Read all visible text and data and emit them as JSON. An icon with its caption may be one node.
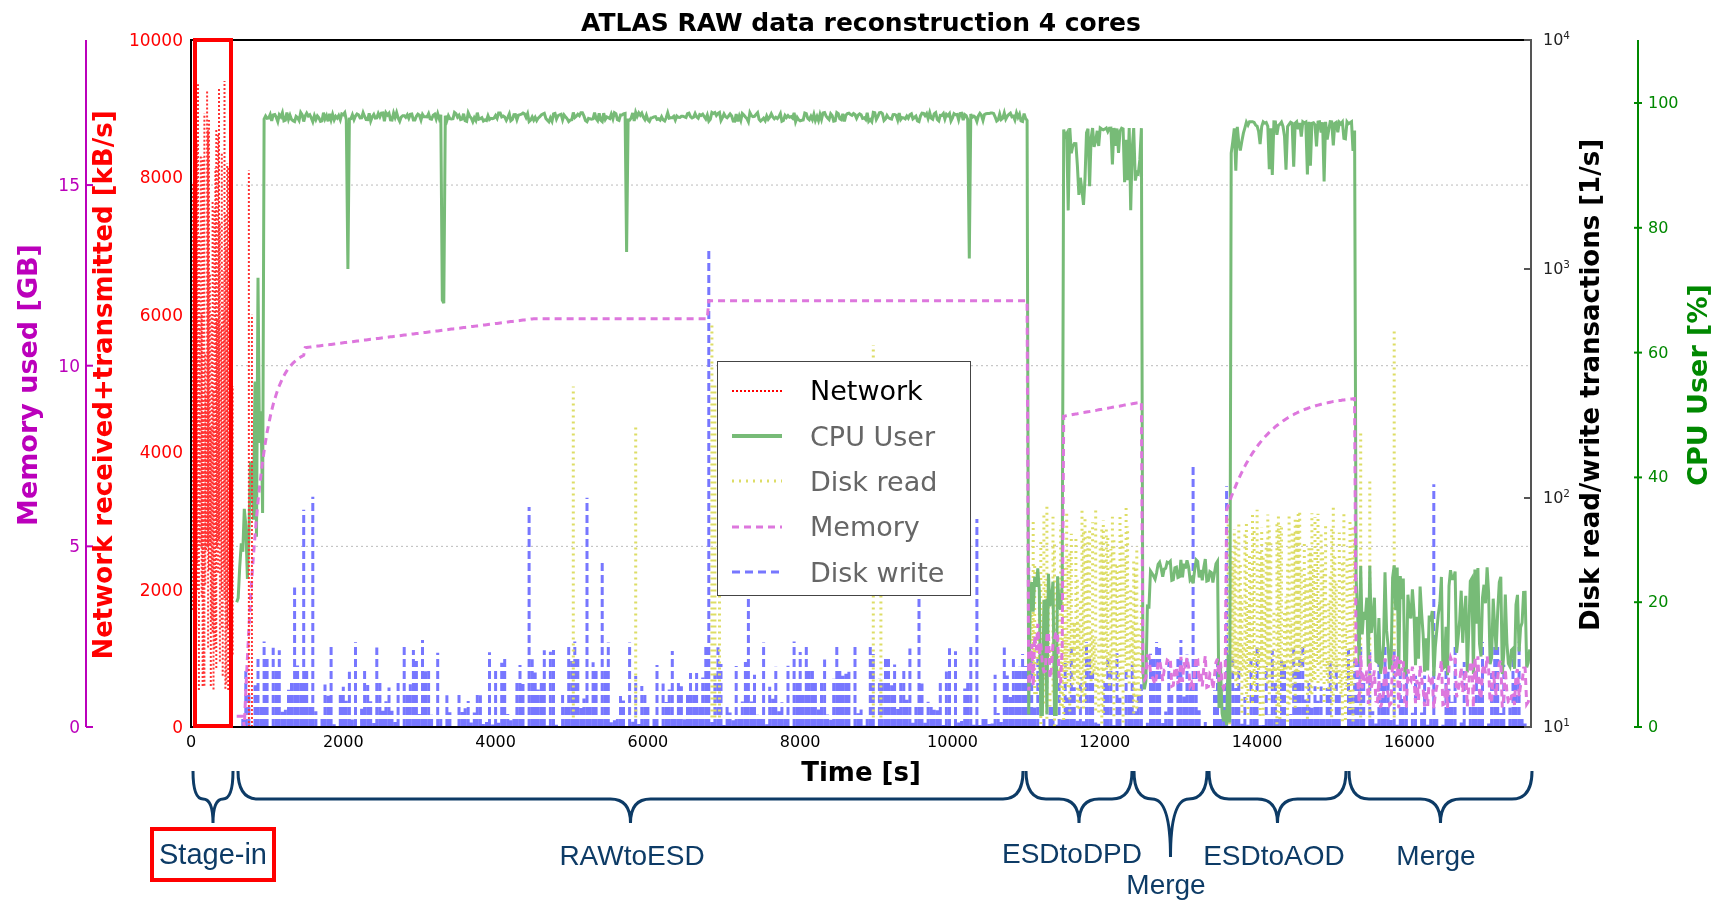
{
  "diagram": {
    "title": "ATLAS RAW data reconstruction 4 cores",
    "nodes": [
      {
        "text": [],
        "shape": "box"
      },
      {
        "text": [
          "Stage-in"
        ]
      }
    ],
    "labels": [
      "10000",
      "8000",
      "6000",
      "4000",
      "2000",
      "0",
      "15",
      "10",
      "5",
      "0",
      "Memory used [GB]",
      "Network received+transmitted [kB/s]",
      "10$^{4}$",
      "10$^{3}$",
      "10$^{2}$",
      "10$^{1}$",
      "Disk read/write transactions [1/s]",
      "100",
      "80",
      "60",
      "40",
      "20",
      "0",
      "CPU User [%]",
      "0",
      "2000",
      "4000",
      "6000",
      "8000",
      "10000",
      "12000",
      "14000",
      "16000",
      "Time [s]",
      "RAWtoESD",
      "ESDtoDPD",
      "Merge",
      "ESDtoAOD",
      "Merge"
    ],
    "legend": [
      {
        "text": "Network"
      },
      {
        "text": "CPU User"
      },
      {
        "text": "Disk read"
      },
      {
        "text": "Memory"
      },
      {
        "text": "Disk write"
      }
    ]
  }
}
